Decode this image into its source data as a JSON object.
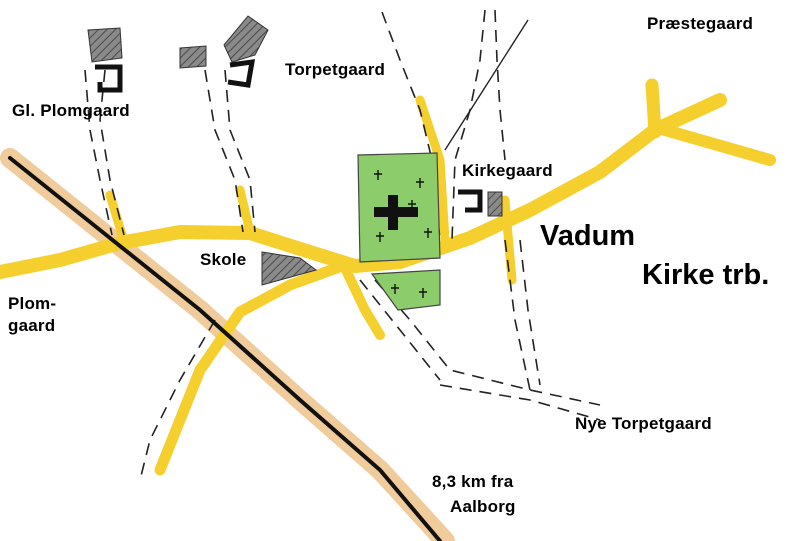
{
  "labels": {
    "praestegaard": "Præstegaard",
    "torpetgaard": "Torpetgaard",
    "gl_plomgaard": "Gl. Plomgaard",
    "kirkegaard": "Kirkegaard",
    "vadum": "Vadum",
    "kirke_trb": "Kirke trb.",
    "skole": "Skole",
    "plomgaard_line1": "Plom-",
    "plomgaard_line2": "gaard",
    "nye_torpetgaard": "Nye Torpetgaard",
    "distance_line1": "8,3 km fra",
    "distance_line2": "Aalborg"
  },
  "colors": {
    "road": "#f7d23a",
    "road_edge": "#e0a820",
    "railway": "#111111",
    "railway_shade": "#e3a048",
    "churchyard": "#8ccc6a",
    "building": "#7a7a7a",
    "path": "#222222"
  },
  "icons": {
    "church": "church-cross-icon",
    "grave": "grave-cross-icon"
  }
}
